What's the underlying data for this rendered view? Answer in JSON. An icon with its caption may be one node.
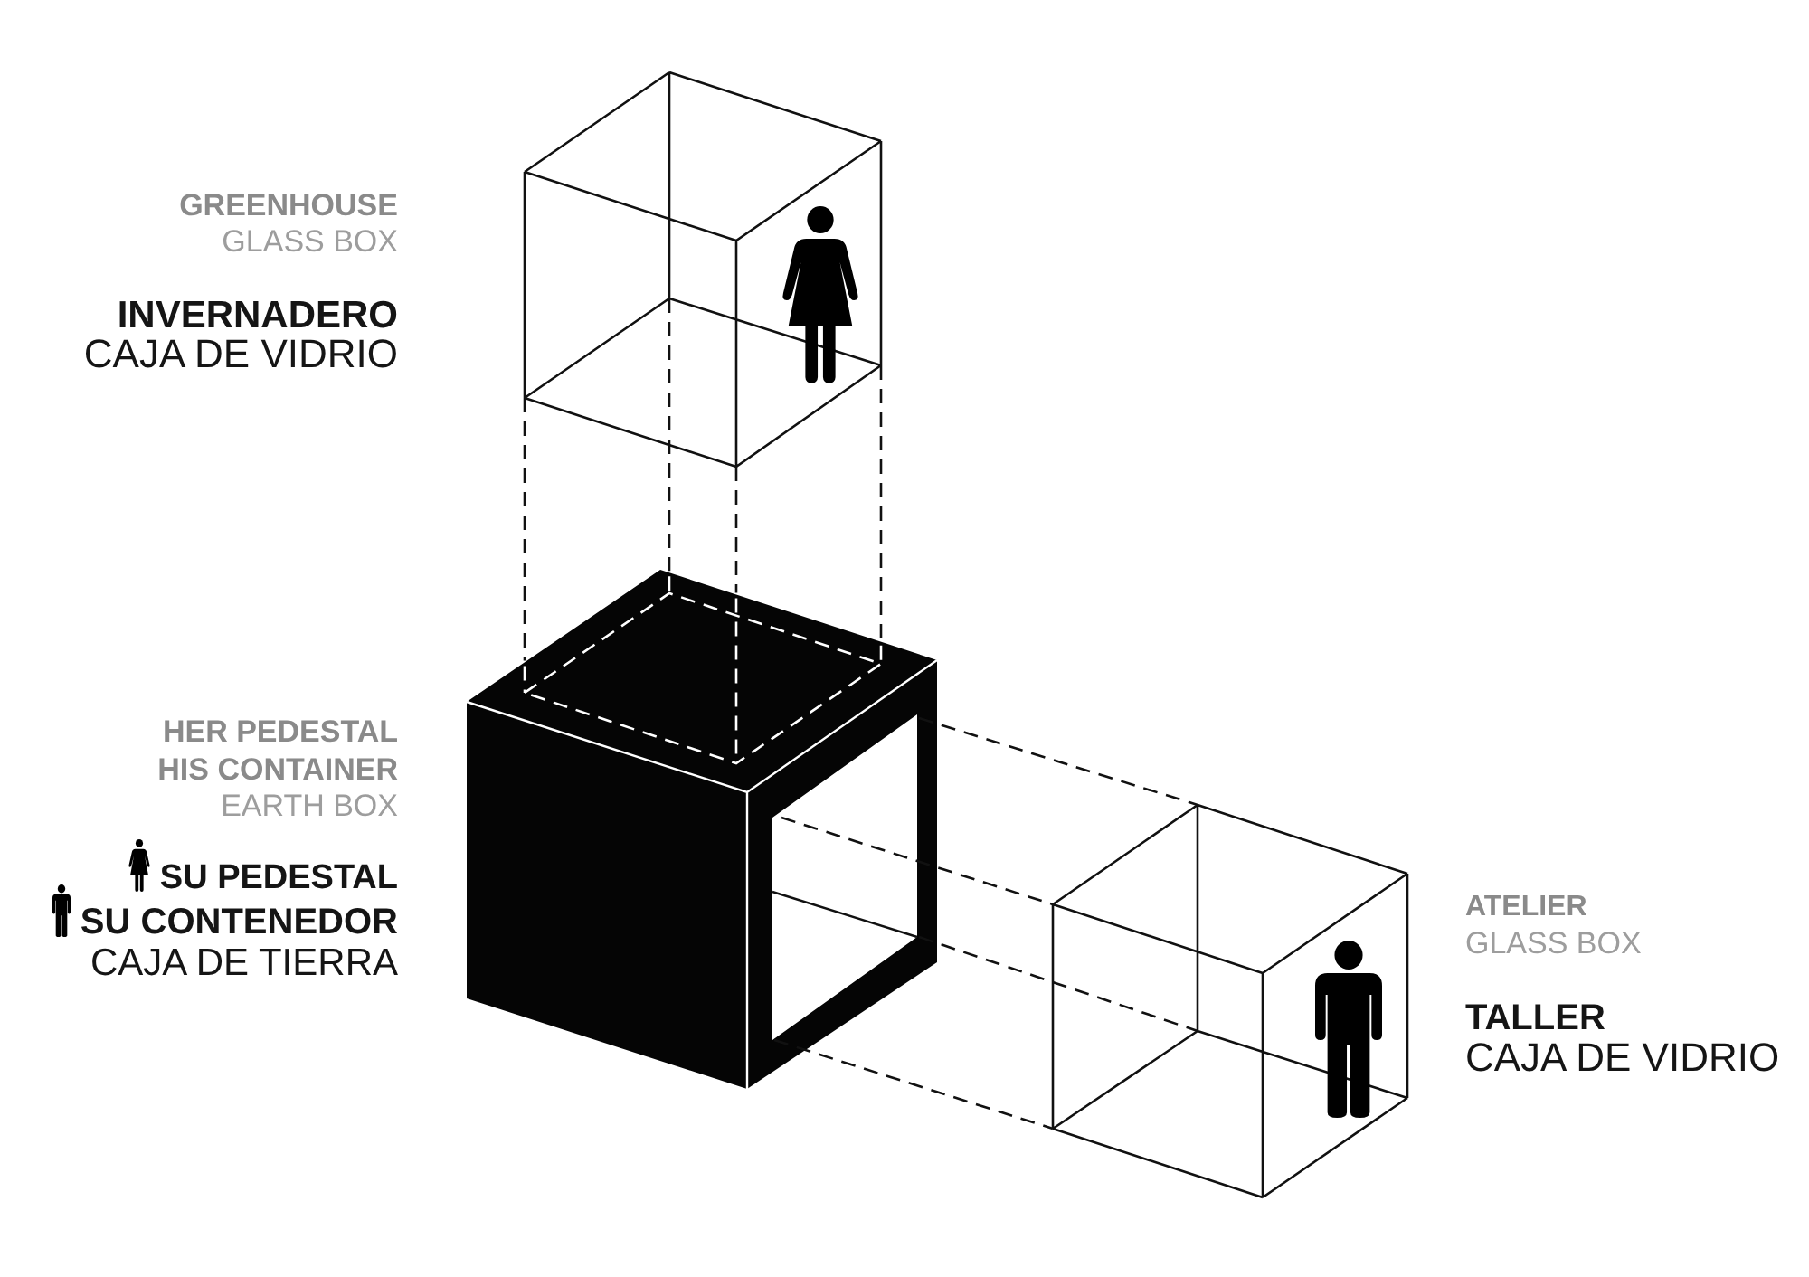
{
  "diagram": {
    "labels": [
      "GREENHOUSE",
      "GLASS BOX",
      "INVERNADERO",
      "CAJA DE VIDRIO",
      "HER PEDESTAL",
      "HIS CONTAINER",
      "EARTH BOX",
      "SU PEDESTAL",
      "SU CONTENEDOR",
      "CAJA DE TIERRA",
      "ATELIER",
      "GLASS BOX",
      "TALLER",
      "CAJA DE VIDRIO"
    ]
  }
}
